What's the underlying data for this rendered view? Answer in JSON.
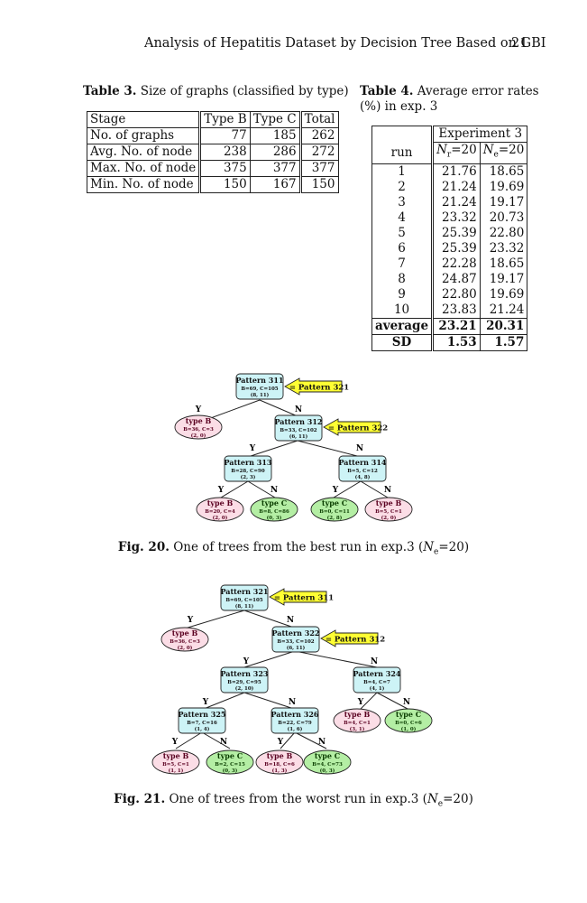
{
  "header": {
    "title": "Analysis of Hepatitis Dataset by Decision Tree Based on GBI",
    "page": "21"
  },
  "table3": {
    "label": "Table 3.",
    "caption": "Size of graphs (classified by type)",
    "headers": [
      "Stage",
      "Type B",
      "Type C",
      "Total"
    ],
    "rows": [
      [
        "No. of graphs",
        "77",
        "185",
        "262"
      ],
      [
        "Avg. No. of node",
        "238",
        "286",
        "272"
      ],
      [
        "Max. No. of node",
        "375",
        "377",
        "377"
      ],
      [
        "Min. No. of node",
        "150",
        "167",
        "150"
      ]
    ]
  },
  "table4": {
    "label": "Table 4.",
    "caption_line1": "Average error rates",
    "caption_line2": "(%) in exp. 3",
    "group_header": "Experiment 3",
    "run_header": "run",
    "col1": "Nr=20",
    "col2": "Ne=20",
    "rows": [
      [
        "1",
        "21.76",
        "18.65"
      ],
      [
        "2",
        "21.24",
        "19.69"
      ],
      [
        "3",
        "21.24",
        "19.17"
      ],
      [
        "4",
        "23.32",
        "20.73"
      ],
      [
        "5",
        "25.39",
        "22.80"
      ],
      [
        "6",
        "25.39",
        "23.32"
      ],
      [
        "7",
        "22.28",
        "18.65"
      ],
      [
        "8",
        "24.87",
        "19.17"
      ],
      [
        "9",
        "22.80",
        "19.69"
      ],
      [
        "10",
        "23.83",
        "21.24"
      ]
    ],
    "average": [
      "average",
      "23.21",
      "20.31"
    ],
    "sd": [
      "SD",
      "1.53",
      "1.57"
    ]
  },
  "fig20": {
    "label": "Fig. 20.",
    "caption": "One of trees from the best run in exp.3 (Ne=20)",
    "nodes": {
      "p311": {
        "name": "Pattern 311",
        "l2": "B=69, C=105",
        "l3": "(8, 11)"
      },
      "p312": {
        "name": "Pattern 312",
        "l2": "B=33, C=102",
        "l3": "(6, 11)"
      },
      "p313": {
        "name": "Pattern 313",
        "l2": "B=28, C=90",
        "l3": "(2, 3)"
      },
      "p314": {
        "name": "Pattern 314",
        "l2": "B=5, C=12",
        "l3": "(4, 8)"
      },
      "l1": {
        "name": "type B",
        "l2": "B=36, C=3",
        "l3": "(2, 0)"
      },
      "l2": {
        "name": "type B",
        "l2": "B=20, C=4",
        "l3": "(2, 0)"
      },
      "l3": {
        "name": "type C",
        "l2": "B=8, C=86",
        "l3": "(0, 3)"
      },
      "l4": {
        "name": "type C",
        "l2": "B=0, C=11",
        "l3": "(2, 8)"
      },
      "l5": {
        "name": "type B",
        "l2": "B=5, C=1",
        "l3": "(2, 0)"
      }
    },
    "arrows": [
      "= Pattern 321",
      "= Pattern 322"
    ]
  },
  "fig21": {
    "label": "Fig. 21.",
    "caption": "One of trees from the worst run in exp.3 (Ne=20)",
    "nodes": {
      "p321": {
        "name": "Pattern 321",
        "l2": "B=69, C=105",
        "l3": "(8, 11)"
      },
      "p322": {
        "name": "Pattern 322",
        "l2": "B=33, C=102",
        "l3": "(6, 11)"
      },
      "p323": {
        "name": "Pattern 323",
        "l2": "B=29, C=95",
        "l3": "(2, 10)"
      },
      "p324": {
        "name": "Pattern 324",
        "l2": "B=4, C=7",
        "l3": "(4, 1)"
      },
      "p325": {
        "name": "Pattern 325",
        "l2": "B=7, C=16",
        "l3": "(1, 4)"
      },
      "p326": {
        "name": "Pattern 326",
        "l2": "B=22, C=79",
        "l3": "(1, 6)"
      },
      "m1": {
        "name": "type B",
        "l2": "B=36, C=3",
        "l3": "(2, 0)"
      },
      "m2": {
        "name": "type B",
        "l2": "B=4, C=1",
        "l3": "(3, 1)"
      },
      "m3": {
        "name": "type C",
        "l2": "B=0, C=6",
        "l3": "(1, 0)"
      },
      "m4": {
        "name": "type B",
        "l2": "B=5, C=1",
        "l3": "(1, 1)"
      },
      "m5": {
        "name": "type C",
        "l2": "B=2, C=15",
        "l3": "(0, 3)"
      },
      "m6": {
        "name": "type B",
        "l2": "B=18, C=6",
        "l3": "(1, 3)"
      },
      "m7": {
        "name": "type C",
        "l2": "B=4, C=73",
        "l3": "(0, 3)"
      }
    },
    "arrows": [
      "= Pattern 311",
      "= Pattern 312"
    ]
  },
  "edge_labels": {
    "yes": "Y",
    "no": "N"
  },
  "colors": {
    "pattern_fill": "#cdf3f6",
    "typeB_fill": "#fbdde6",
    "typeC_fill": "#b4eea4",
    "arrow_fill": "#ffff33"
  }
}
